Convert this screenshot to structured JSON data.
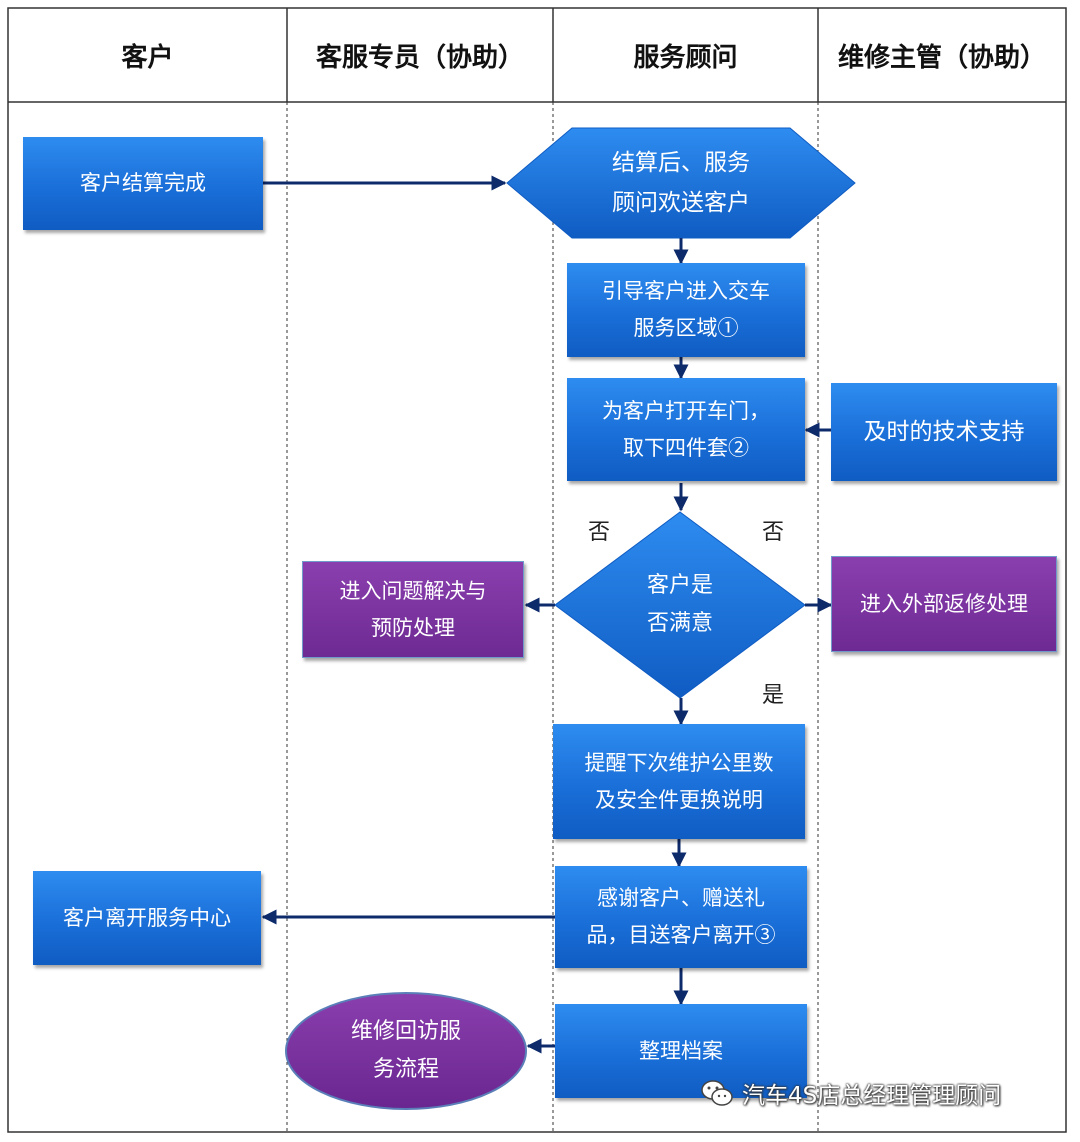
{
  "lanes": [
    "客户",
    "客服专员（协助）",
    "服务顾问",
    "维修主管（协助）"
  ],
  "nodes": {
    "customer_checkout": "客户结算完成",
    "farewell": "结算后、服务\n顾问欢送客户",
    "guide_area": "引导客户进入交车\n服务区域①",
    "open_door": "为客户打开车门，\n取下四件套②",
    "tech_support": "及时的技术支持",
    "satisfied": "客户是\n否满意",
    "problem_solving": "进入问题解决与\n预防处理",
    "external_rework": "进入外部返修处理",
    "reminder": "提醒下次维护公里数\n及安全件更换说明",
    "thanks": "感谢客户、赠送礼\n品，目送客户离开③",
    "customer_leaves": "客户离开服务中心",
    "archive": "整理档案",
    "revisit": "维修回访服\n务流程"
  },
  "labels": {
    "no_left": "否",
    "no_right": "否",
    "yes": "是"
  },
  "watermark": "汽车4S店总经理管理顾问",
  "colors": {
    "blue": "#1a6fd8",
    "purple": "#6e2a93",
    "arrow": "#0d2a6b"
  }
}
